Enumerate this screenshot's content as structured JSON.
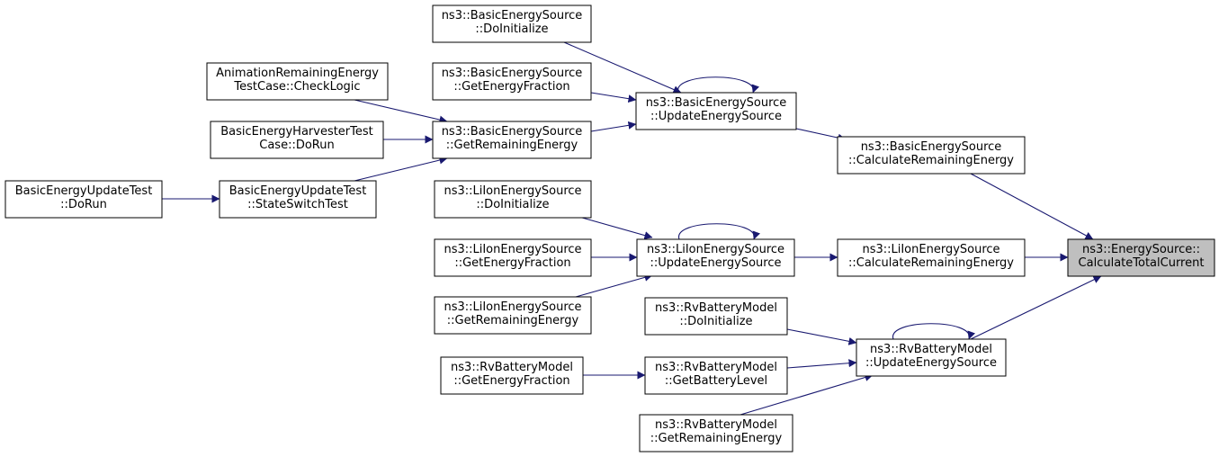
{
  "diagram": {
    "edge_color": "#191970",
    "node_fill": "#ffffff",
    "root_fill": "#bfbfbf",
    "nodes": [
      {
        "id": "energy-source-calculate-total-current",
        "lines": [
          "ns3::EnergySource::",
          "CalculateTotalCurrent"
        ],
        "root": true
      },
      {
        "id": "basic-energy-source-calculate-remaining-energy",
        "lines": [
          "ns3::BasicEnergySource",
          "::CalculateRemainingEnergy"
        ]
      },
      {
        "id": "liion-energy-source-calculate-remaining-energy",
        "lines": [
          "ns3::LiIonEnergySource",
          "::CalculateRemainingEnergy"
        ]
      },
      {
        "id": "rv-battery-model-update-energy-source",
        "lines": [
          "ns3::RvBatteryModel",
          "::UpdateEnergySource"
        ]
      },
      {
        "id": "basic-energy-source-update-energy-source",
        "lines": [
          "ns3::BasicEnergySource",
          "::UpdateEnergySource"
        ]
      },
      {
        "id": "liion-energy-source-update-energy-source",
        "lines": [
          "ns3::LiIonEnergySource",
          "::UpdateEnergySource"
        ]
      },
      {
        "id": "rv-battery-model-do-initialize",
        "lines": [
          "ns3::RvBatteryModel",
          "::DoInitialize"
        ]
      },
      {
        "id": "rv-battery-model-get-battery-level",
        "lines": [
          "ns3::RvBatteryModel",
          "::GetBatteryLevel"
        ]
      },
      {
        "id": "rv-battery-model-get-remaining-energy",
        "lines": [
          "ns3::RvBatteryModel",
          "::GetRemainingEnergy"
        ]
      },
      {
        "id": "rv-battery-model-get-energy-fraction",
        "lines": [
          "ns3::RvBatteryModel",
          "::GetEnergyFraction"
        ]
      },
      {
        "id": "basic-energy-source-do-initialize",
        "lines": [
          "ns3::BasicEnergySource",
          "::DoInitialize"
        ]
      },
      {
        "id": "basic-energy-source-get-energy-fraction",
        "lines": [
          "ns3::BasicEnergySource",
          "::GetEnergyFraction"
        ]
      },
      {
        "id": "basic-energy-source-get-remaining-energy",
        "lines": [
          "ns3::BasicEnergySource",
          "::GetRemainingEnergy"
        ]
      },
      {
        "id": "liion-energy-source-do-initialize",
        "lines": [
          "ns3::LiIonEnergySource",
          "::DoInitialize"
        ]
      },
      {
        "id": "liion-energy-source-get-energy-fraction",
        "lines": [
          "ns3::LiIonEnergySource",
          "::GetEnergyFraction"
        ]
      },
      {
        "id": "liion-energy-source-get-remaining-energy",
        "lines": [
          "ns3::LiIonEnergySource",
          "::GetRemainingEnergy"
        ]
      },
      {
        "id": "animation-remaining-energy-test-case-check-logic",
        "lines": [
          "AnimationRemainingEnergy",
          "TestCase::CheckLogic"
        ]
      },
      {
        "id": "basic-energy-harvester-test-case-do-run",
        "lines": [
          "BasicEnergyHarvesterTest",
          "Case::DoRun"
        ]
      },
      {
        "id": "basic-energy-update-test-state-switch-test",
        "lines": [
          "BasicEnergyUpdateTest",
          "::StateSwitchTest"
        ]
      },
      {
        "id": "basic-energy-update-test-do-run",
        "lines": [
          "BasicEnergyUpdateTest",
          "::DoRun"
        ]
      }
    ],
    "edges": [
      {
        "from": "basic-energy-source-calculate-remaining-energy",
        "to": "energy-source-calculate-total-current"
      },
      {
        "from": "liion-energy-source-calculate-remaining-energy",
        "to": "energy-source-calculate-total-current"
      },
      {
        "from": "rv-battery-model-update-energy-source",
        "to": "energy-source-calculate-total-current"
      },
      {
        "from": "basic-energy-source-update-energy-source",
        "to": "basic-energy-source-calculate-remaining-energy"
      },
      {
        "from": "liion-energy-source-update-energy-source",
        "to": "liion-energy-source-calculate-remaining-energy"
      },
      {
        "from": "rv-battery-model-update-energy-source",
        "to": "rv-battery-model-update-energy-source"
      },
      {
        "from": "rv-battery-model-do-initialize",
        "to": "rv-battery-model-update-energy-source"
      },
      {
        "from": "rv-battery-model-get-battery-level",
        "to": "rv-battery-model-update-energy-source"
      },
      {
        "from": "rv-battery-model-get-remaining-energy",
        "to": "rv-battery-model-update-energy-source"
      },
      {
        "from": "rv-battery-model-get-energy-fraction",
        "to": "rv-battery-model-get-battery-level"
      },
      {
        "from": "basic-energy-source-update-energy-source",
        "to": "basic-energy-source-update-energy-source"
      },
      {
        "from": "basic-energy-source-do-initialize",
        "to": "basic-energy-source-update-energy-source"
      },
      {
        "from": "basic-energy-source-get-energy-fraction",
        "to": "basic-energy-source-update-energy-source"
      },
      {
        "from": "basic-energy-source-get-remaining-energy",
        "to": "basic-energy-source-update-energy-source"
      },
      {
        "from": "liion-energy-source-update-energy-source",
        "to": "liion-energy-source-update-energy-source"
      },
      {
        "from": "liion-energy-source-do-initialize",
        "to": "liion-energy-source-update-energy-source"
      },
      {
        "from": "liion-energy-source-get-energy-fraction",
        "to": "liion-energy-source-update-energy-source"
      },
      {
        "from": "liion-energy-source-get-remaining-energy",
        "to": "liion-energy-source-update-energy-source"
      },
      {
        "from": "animation-remaining-energy-test-case-check-logic",
        "to": "basic-energy-source-get-remaining-energy"
      },
      {
        "from": "basic-energy-harvester-test-case-do-run",
        "to": "basic-energy-source-get-remaining-energy"
      },
      {
        "from": "basic-energy-update-test-state-switch-test",
        "to": "basic-energy-source-get-remaining-energy"
      },
      {
        "from": "basic-energy-update-test-do-run",
        "to": "basic-energy-update-test-state-switch-test"
      }
    ]
  }
}
